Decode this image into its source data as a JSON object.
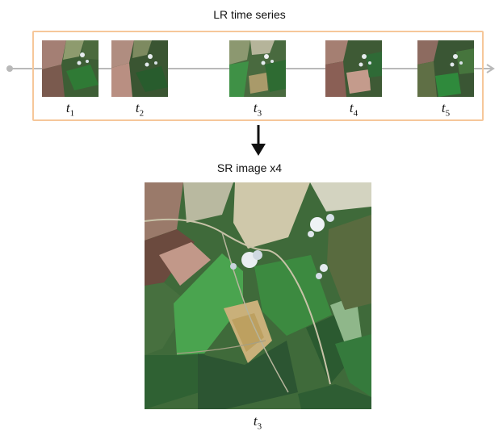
{
  "lr_section": {
    "title": "LR time series",
    "frames": [
      {
        "label": "t",
        "sub": "1"
      },
      {
        "label": "t",
        "sub": "2"
      },
      {
        "label": "t",
        "sub": "3"
      },
      {
        "label": "t",
        "sub": "4"
      },
      {
        "label": "t",
        "sub": "5"
      }
    ]
  },
  "sr_section": {
    "title": "SR image x4",
    "label": "t",
    "sub": "3"
  },
  "colors": {
    "box_border": "#f6c79a",
    "timeline": "#b9b9b9",
    "arrow": "#111111"
  }
}
